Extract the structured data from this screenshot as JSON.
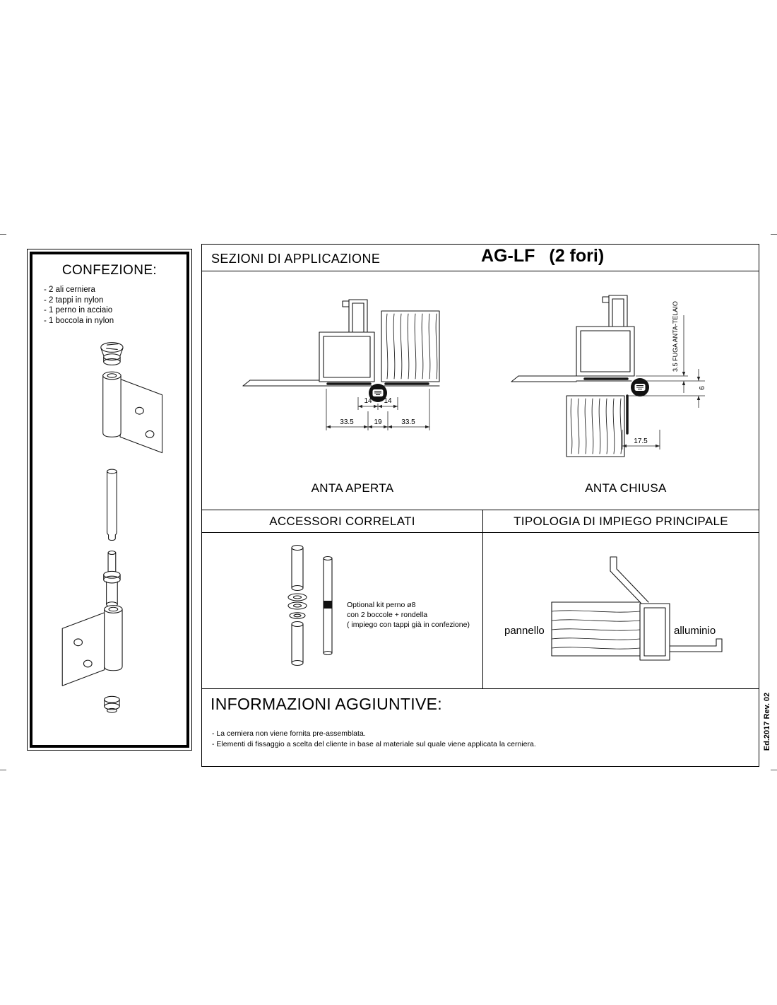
{
  "page": {
    "edition": "Ed.2017 Rev. 02"
  },
  "confezione": {
    "title": "CONFEZIONE:",
    "items": [
      "- 2 ali cerniera",
      "- 2 tappi in nylon",
      "- 1 perno in acciaio",
      "- 1 boccola in nylon"
    ]
  },
  "sezioni": {
    "title": "SEZIONI DI APPLICAZIONE",
    "product_code": "AG-LF",
    "product_variant": "(2 fori)",
    "anta_aperta": {
      "label": "ANTA APERTA",
      "dim_14_left": "14",
      "dim_14_right": "14",
      "dim_335_left": "33.5",
      "dim_19": "19",
      "dim_335_right": "33.5"
    },
    "anta_chiusa": {
      "label": "ANTA CHIUSA",
      "dim_fuga": "3.5 FUGA ANTA-TELAIO",
      "dim_6": "6",
      "dim_175": "17.5"
    }
  },
  "accessori": {
    "title": "ACCESSORI CORRELATI",
    "note_line1": "Optional kit perno ø8",
    "note_line2": "con 2 boccole + rondella",
    "note_line3": "( impiego con tappi già in confezione)"
  },
  "tipologia": {
    "title": "TIPOLOGIA DI IMPIEGO PRINCIPALE",
    "label_pannello": "pannello",
    "label_alluminio": "alluminio"
  },
  "informazioni": {
    "title": "INFORMAZIONI AGGIUNTIVE:",
    "note1": "- La cerniera non viene fornita pre-assemblata.",
    "note2": "- Elementi di fissaggio a scelta del cliente in base al materiale sul quale viene applicata la cerniera."
  }
}
